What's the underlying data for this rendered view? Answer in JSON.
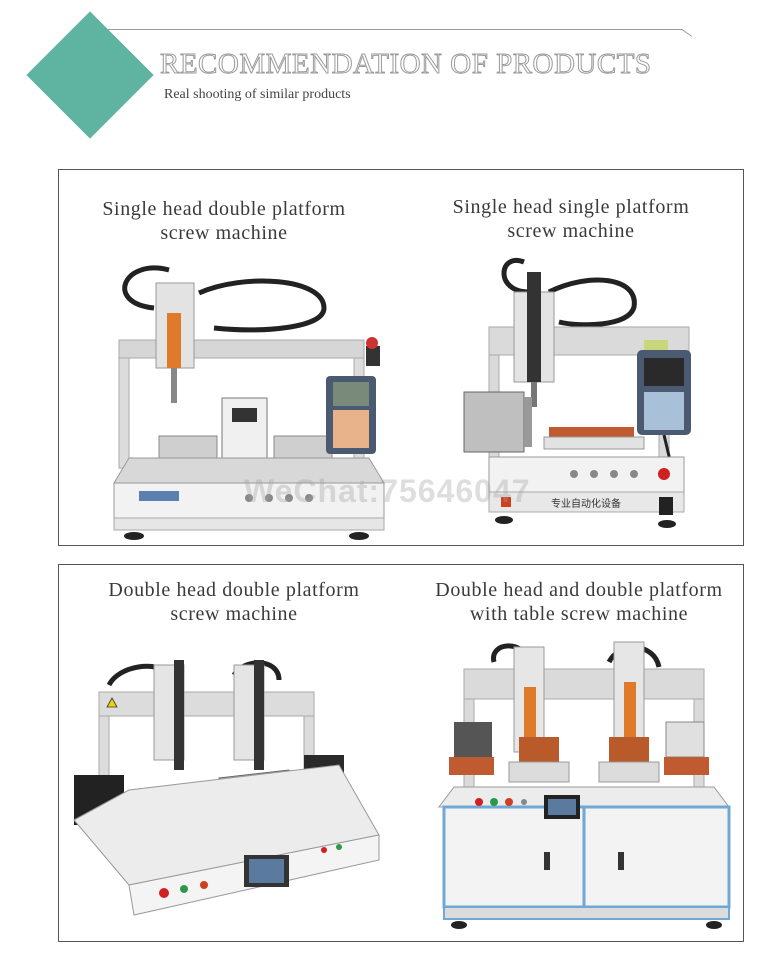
{
  "header": {
    "title": "RECOMMENDATION OF PRODUCTS",
    "subtitle": "Real shooting of similar products"
  },
  "products": [
    {
      "name_line1": "Single head double platform",
      "name_line2": "screw machine"
    },
    {
      "name_line1": "Single head single platform",
      "name_line2": "screw machine"
    },
    {
      "name_line1": "Double head double platform",
      "name_line2": "screw machine"
    },
    {
      "name_line1": "Double head and double platform",
      "name_line2": "with table screw machine"
    }
  ],
  "watermark": "WeChat:75646047",
  "machine_label": "专业自动化设备",
  "colors": {
    "accent_diamond": "#5fb3a1",
    "machine_body": "#e8e8e8",
    "frame": "#d9d9d9",
    "screwdriver": "#e07a2b",
    "controller": "#4a5a70",
    "cabinet_trim": "#6fa7d6"
  }
}
